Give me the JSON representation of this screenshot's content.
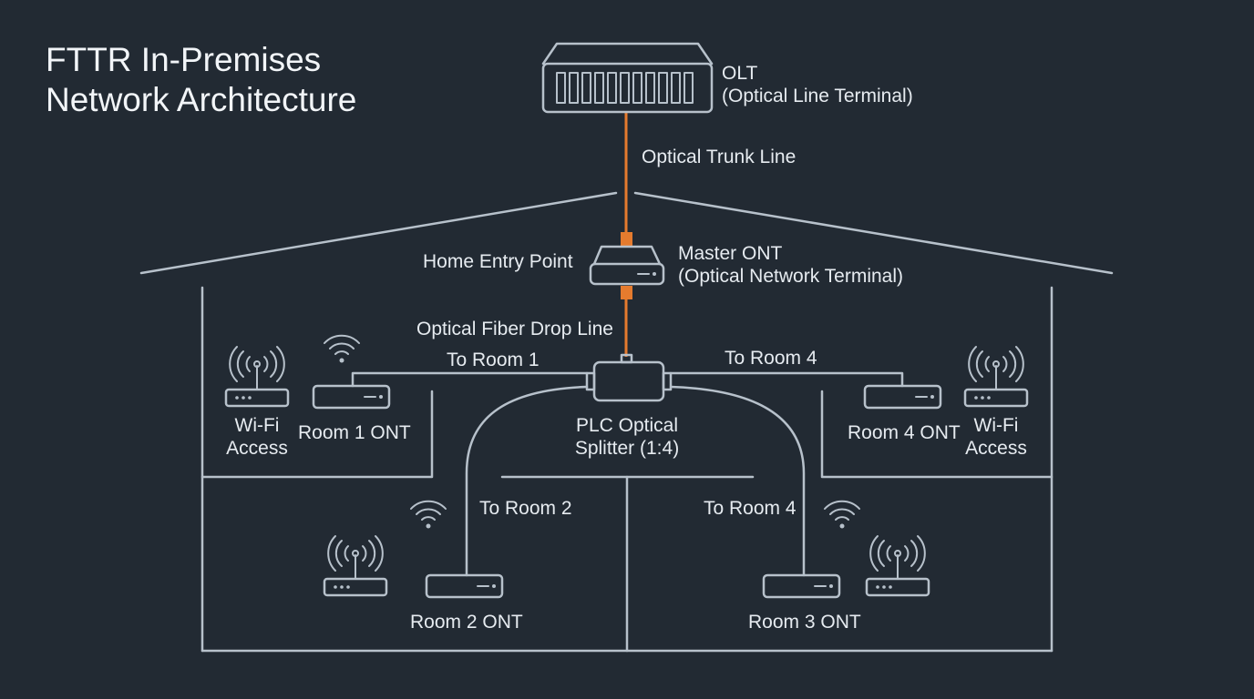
{
  "title": {
    "line1": "FTTR In-Premises",
    "line2": "Network Architecture"
  },
  "devices": {
    "olt": {
      "label": "OLT",
      "sublabel": "(Optical Line Terminal)",
      "icon": "olt-rack-icon"
    },
    "master_ont": {
      "label": "Master ONT",
      "sublabel": "(Optical Network Terminal)",
      "icon": "ont-device-icon"
    },
    "splitter": {
      "label_line1": "PLC Optical",
      "label_line2": "Splitter (1:4)",
      "icon": "splitter-icon"
    },
    "room1_ont": {
      "label": "Room 1 ONT"
    },
    "room2_ont": {
      "label": "Room 2 ONT"
    },
    "room3_ont": {
      "label": "Room 3 ONT"
    },
    "room4_ont": {
      "label": "Room 4 ONT"
    },
    "wifi_access_left": {
      "line1": "Wi-Fi",
      "line2": "Access",
      "icon": "wifi-router-icon"
    },
    "wifi_access_right": {
      "line1": "Wi-Fi",
      "line2": "Access",
      "icon": "wifi-router-icon"
    }
  },
  "links": {
    "trunk": "Optical Trunk Line",
    "entry": "Home Entry Point",
    "drop": "Optical Fiber Drop Line",
    "to_room_1": "To Room 1",
    "to_room_2": "To Room 2",
    "to_room_4_upper": "To Room 4",
    "to_room_4_lower": "To Room 4"
  },
  "colors": {
    "background": "#222a33",
    "line": "#b7c1cb",
    "fiber_accent": "#e57b2e",
    "text": "#e6ebf0"
  }
}
